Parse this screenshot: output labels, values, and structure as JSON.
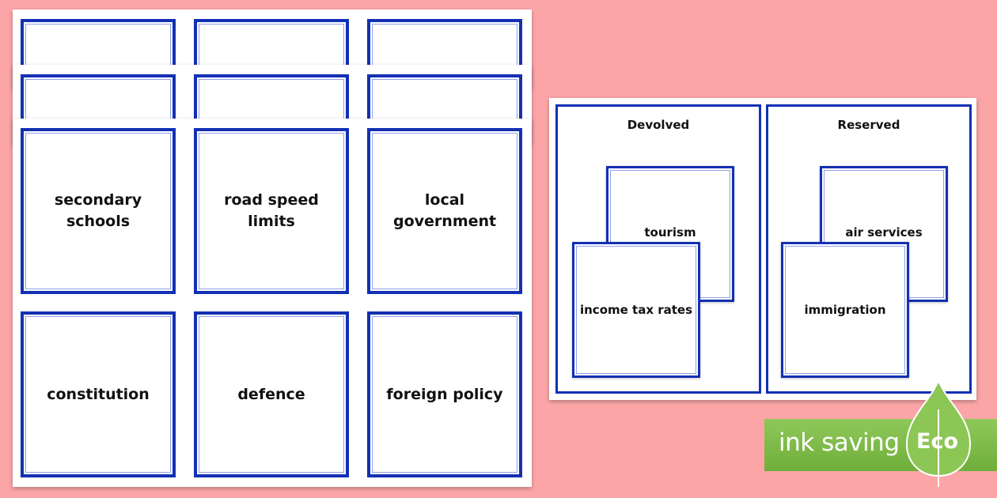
{
  "cards": {
    "row1": [
      "secondary schools",
      "road speed limits",
      "local government"
    ],
    "row2": [
      "constitution",
      "defence",
      "foreign policy"
    ]
  },
  "sort_board": {
    "left": {
      "title": "Devolved",
      "back_card": "tourism",
      "front_card": "income tax rates"
    },
    "right": {
      "title": "Reserved",
      "back_card": "air services",
      "front_card": "immigration"
    }
  },
  "badge": {
    "label": "ink saving",
    "leaf_label": "Eco"
  },
  "colors": {
    "background": "#fba5a7",
    "card_border": "#1330b4",
    "badge_green": "#7ab847"
  }
}
